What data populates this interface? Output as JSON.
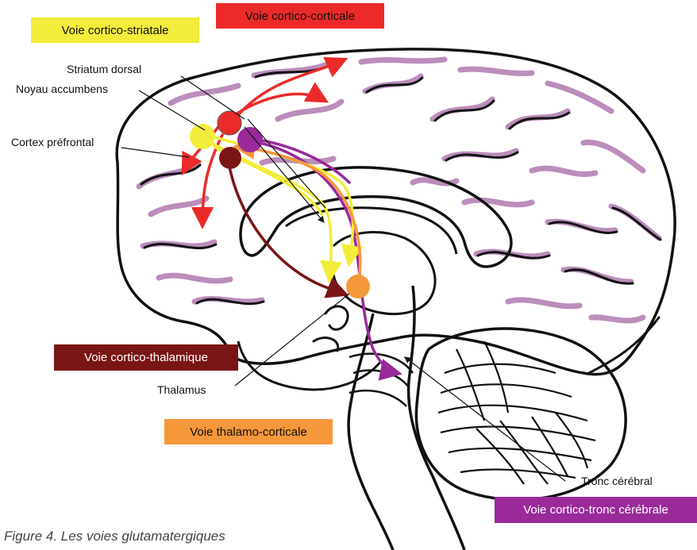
{
  "pathways": {
    "cortico_striatal": {
      "label": "Voie cortico-striatale",
      "color": "#f2ec3a"
    },
    "cortico_cortical": {
      "label": "Voie cortico-corticale",
      "color": "#ec2a2a"
    },
    "cortico_thalamic": {
      "label": "Voie cortico-thalamique",
      "color": "#7a1515"
    },
    "thalamo_cortical": {
      "label": "Voie thalamo-corticale",
      "color": "#f5973b"
    },
    "cortico_brainstem": {
      "label": "Voie cortico-tronc cérébrale",
      "color": "#9a2a9a"
    }
  },
  "structures": {
    "striatum_dorsal": "Striatum dorsal",
    "noyau_accumbens": "Noyau accumbens",
    "cortex_prefrontal": "Cortex préfrontal",
    "thalamus": "Thalamus",
    "tronc_cerebral": "Tronc cérébral"
  },
  "caption": "Figure 4. Les voies glutamatergiques",
  "colors": {
    "outline": "#111111",
    "gyri": "#b07ab0",
    "background": "#ffffff"
  }
}
